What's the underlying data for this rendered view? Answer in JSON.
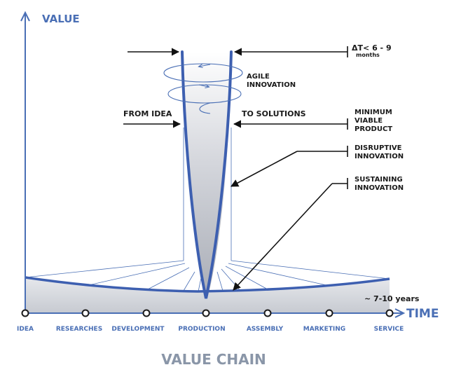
{
  "axes": {
    "y_label": "VALUE",
    "x_label": "TIME"
  },
  "stages": [
    "IDEA",
    "RESEARCHES",
    "DEVELOPMENT",
    "PRODUCTION",
    "ASSEMBLY",
    "MARKETING",
    "SERVICE"
  ],
  "labels": {
    "delta_t": "ΔT< 6 - 9",
    "months": "months",
    "agile_1": "AGILE",
    "agile_2": "INNOVATION",
    "from_idea": "FROM IDEA",
    "to_solutions": "TO SOLUTIONS",
    "mvp_1": "MINIMUM",
    "mvp_2": "VIABLE",
    "mvp_3": "PRODUCT",
    "disruptive_1": "DISRUPTIVE",
    "disruptive_2": "INNOVATION",
    "sustaining_1": "SUSTAINING",
    "sustaining_2": "INNOVATION",
    "years": "~ 7-10 years"
  },
  "footer_title": "VALUE CHAIN",
  "colors": {
    "axis_blue": "#4a6fb5",
    "curve_blue": "#3d5fb0",
    "fill_grey": "#c9ccd3",
    "title_grey": "#8a96a8"
  }
}
